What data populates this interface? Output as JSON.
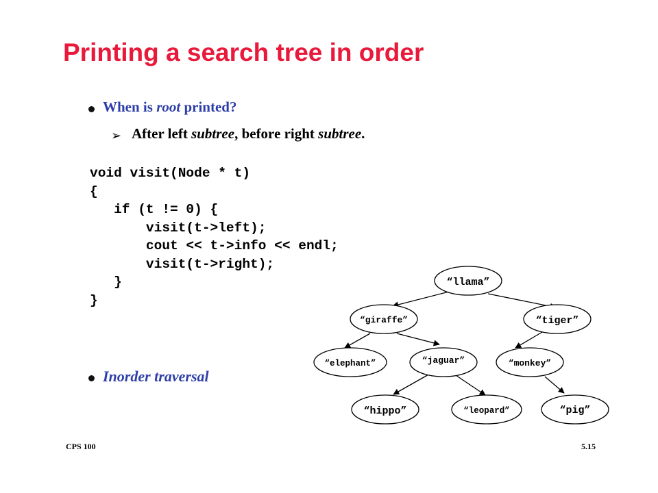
{
  "slide": {
    "title": "Printing a search tree in order",
    "bullet1": {
      "prefix": "When is ",
      "italic": "root",
      "suffix": " printed?"
    },
    "sub1": {
      "p1": "After left ",
      "i1": "subtree",
      "p2": ", before right ",
      "i2": "subtree",
      "p3": "."
    },
    "code_lines": [
      "void visit(Node * t)",
      "{",
      "   if (t != 0) {",
      "       visit(t->left);",
      "       cout << t->info << endl;",
      "       visit(t->right);",
      "   }",
      "}"
    ],
    "bullet2": "Inorder traversal",
    "footer_left": "CPS 100",
    "footer_right": "5.15",
    "arrow_glyph": "➢"
  },
  "tree": {
    "nodes": {
      "llama": "“llama”",
      "giraffe": "“giraffe”",
      "tiger": "“tiger”",
      "elephant": "“elephant”",
      "jaguar": "“jaguar”",
      "monkey": "“monkey”",
      "hippo": "“hippo”",
      "leopard": "“leopard”",
      "pig": "“pig”"
    }
  },
  "colors": {
    "title": "#e8193a",
    "bullet_text": "#2e3ea8"
  }
}
